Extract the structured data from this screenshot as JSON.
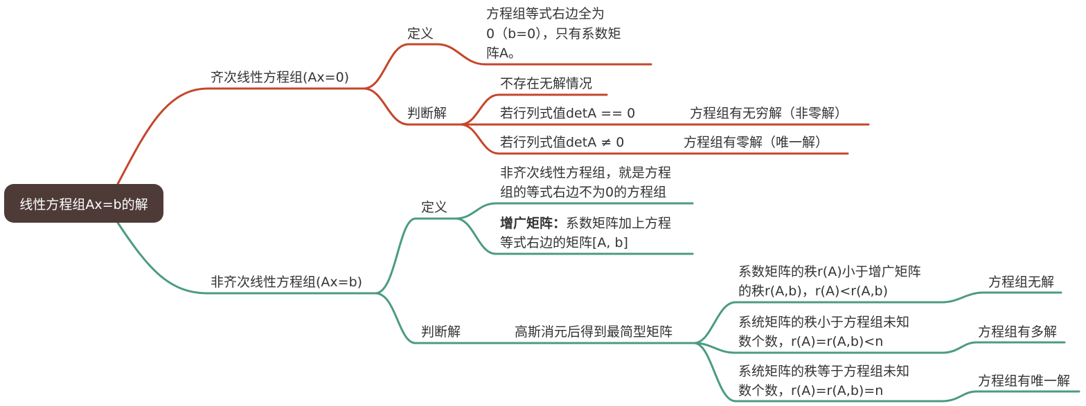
{
  "colors": {
    "homogeneous_branch": "#c5462a",
    "nonhomogeneous_branch": "#4c9b80",
    "root_background": "#4e3b38",
    "text": "#333333"
  },
  "root": {
    "label": "线性方程组Ax=b的解"
  },
  "homogeneous": {
    "label": "齐次线性方程组(Ax=0)",
    "definition": {
      "label": "定义",
      "text_line1": "方程组等式右边全为",
      "text_line2": "0（b=0），只有系数矩",
      "text_line3": "阵A。"
    },
    "solutions": {
      "label": "判断解",
      "item1": "不存在无解情况",
      "item2": "若行列式值detA == 0",
      "item2_result": "方程组有无穷解（非零解）",
      "item3": "若行列式值detA ≠ 0",
      "item3_result": "方程组有零解（唯一解）"
    }
  },
  "nonhomogeneous": {
    "label": "非齐次线性方程组(Ax=b)",
    "definition": {
      "label": "定义",
      "text1_line1": "非齐次线性方程组，就是方程",
      "text1_line2": "组的等式右边不为0的方程组",
      "text2_bold": "增广矩阵：",
      "text2_rest": "系数矩阵加上方程",
      "text2_line2": "等式右边的矩阵[A, b]"
    },
    "solutions": {
      "label": "判断解",
      "method": "高斯消元后得到最简型矩阵",
      "case1_line1": "系数矩阵的秩r(A)小于增广矩阵",
      "case1_line2": "的秩r(A,b)，r(A)<r(A,b)",
      "case1_result": "方程组无解",
      "case2_line1": "系统矩阵的秩小于方程组未知",
      "case2_line2": "数个数，r(A)=r(A,b)<n",
      "case2_result": "方程组有多解",
      "case3_line1": "系统矩阵的秩等于方程组未知",
      "case3_line2": "数个数，r(A)=r(A,b)=n",
      "case3_result": "方程组有唯一解"
    }
  }
}
